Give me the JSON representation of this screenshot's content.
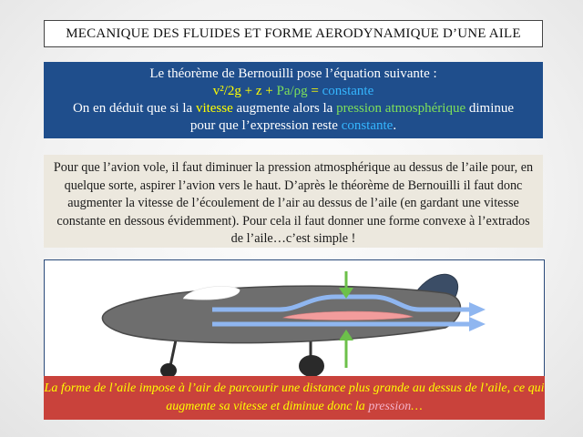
{
  "slide": {
    "title": "MECANIQUE DES FLUIDES ET FORME AERODYNAMIQUE D’UNE AILE",
    "bernoulli": {
      "line1": "Le théorème de Bernouilli pose l’équation suivante :",
      "eq_a": "v²/2g + z + ",
      "eq_pa": "Pa/ρg",
      "eq_eq": " = ",
      "eq_const": "constante",
      "line3_a": "On en déduit que si la ",
      "line3_vitesse": "vitesse",
      "line3_b": " augmente alors la ",
      "line3_pression": "pression atmosphérique",
      "line3_c": " diminue",
      "line4_a": "pour que l’expression reste ",
      "line4_const": "constante",
      "line4_b": "."
    },
    "explanation": "Pour que l’avion vole, il faut diminuer la pression atmosphérique au dessus de l’aile pour, en quelque sorte, aspirer l’avion vers le haut. D’après le théorème de Bernouilli il faut donc augmenter la vitesse de l’écoulement de l’air au dessus de l’aile (en gardant une vitesse constante en dessous évidemment). Pour cela il faut donner une forme convexe à l’extrados de l’aile…c’est simple !",
    "caption_a": "La forme de l’aile impose à l’air de parcourir une distance plus grande au dessus de l’aile, ce qui augmente sa vitesse et diminue donc la ",
    "caption_pression": "pression",
    "caption_b": "…"
  },
  "colors": {
    "blue_box": "#1f4e8c",
    "yellow": "#ffff00",
    "green": "#7ee05a",
    "cyan": "#35b6ff",
    "caption_red": "#c9423b",
    "airflow_arrow": "#8fb6f0",
    "pressure_arrow": "#6cc04a",
    "fuselage": "#6e6e6e"
  }
}
